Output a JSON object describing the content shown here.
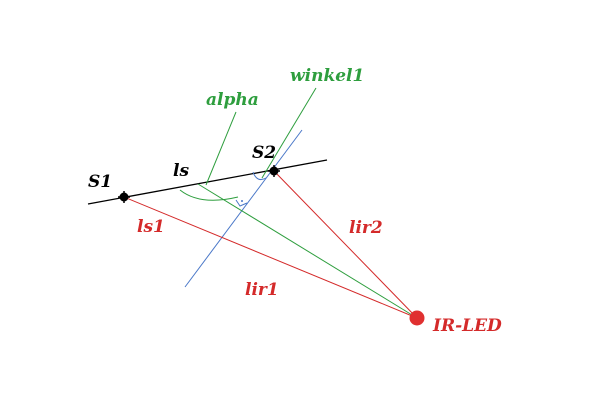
{
  "labels": {
    "s1": "S1",
    "s2": "S2",
    "ls": "ls",
    "alpha": "alpha",
    "winkel1": "winkel1",
    "ls1": "ls1",
    "lir1": "lir1",
    "lir2": "lir2",
    "ir_led": "IR-LED",
    "right_angle_mark": "."
  },
  "colors": {
    "baseline": "#000000",
    "red": "#d42a2a",
    "green": "#2e9e3e",
    "blue": "#4a78c8",
    "label_black": "#000000",
    "label_green": "#2e9e3e",
    "label_red": "#d42a2a"
  }
}
